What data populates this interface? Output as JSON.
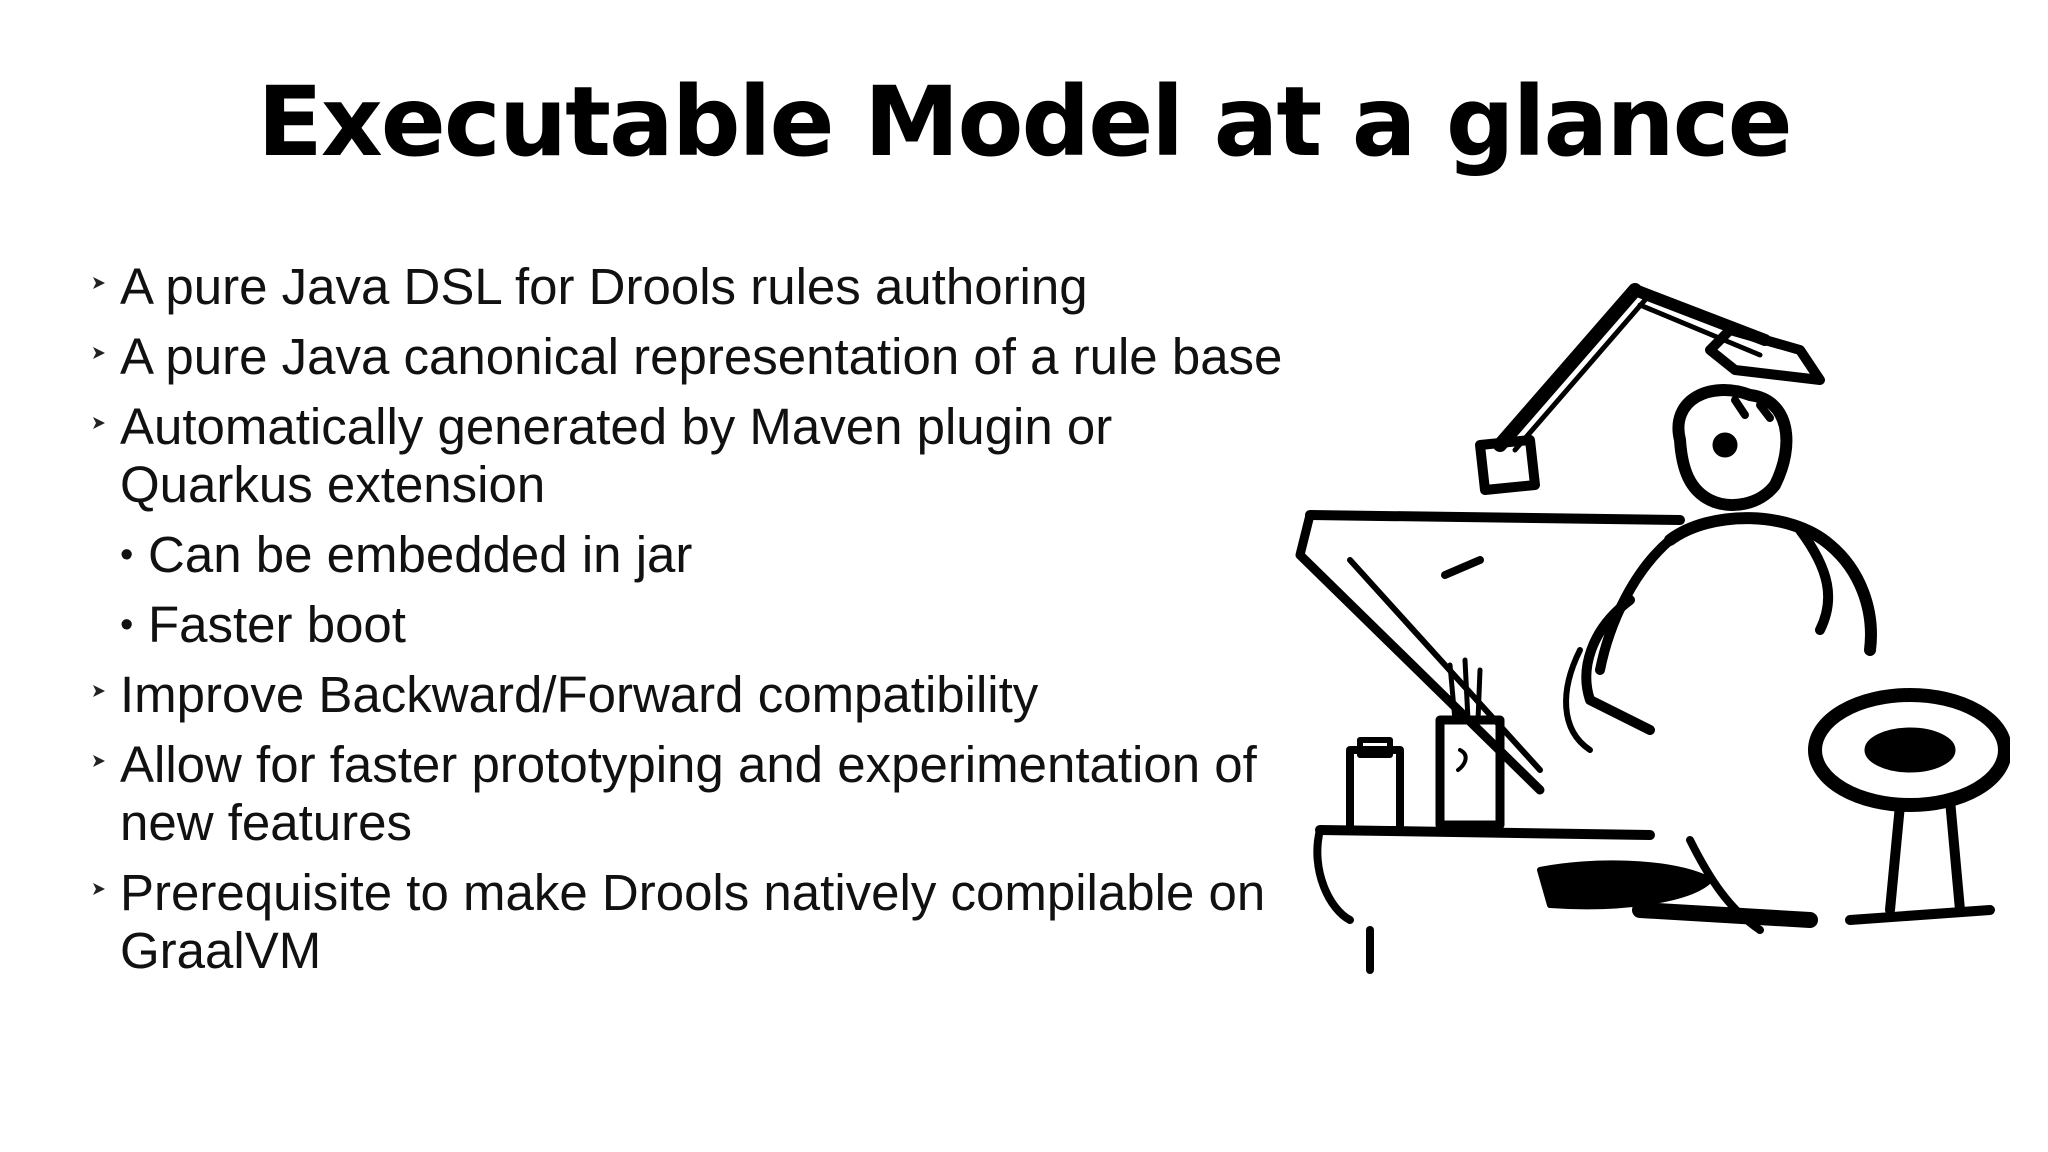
{
  "slide": {
    "title": "Executable Model at a glance",
    "bullets": [
      {
        "level": 1,
        "text": "A pure Java DSL for Drools rules authoring"
      },
      {
        "level": 1,
        "text": "A pure Java canonical representation of a rule base"
      },
      {
        "level": 1,
        "text": "Automatically generated by Maven plugin or Quarkus extension"
      },
      {
        "level": 2,
        "text": "Can be embedded in jar"
      },
      {
        "level": 2,
        "text": "Faster boot"
      },
      {
        "level": 1,
        "text": "Improve Backward/Forward compatibility"
      },
      {
        "level": 1,
        "text": "Allow for faster prototyping and experimentation of new features"
      },
      {
        "level": 1,
        "text": "Prerequisite to make Drools natively compilable on GraalVM"
      }
    ],
    "markers": {
      "level1": "arrow-bullet-icon",
      "level2": "dot-bullet-icon"
    },
    "illustration": {
      "icon": "drafting-table-illustration"
    }
  }
}
